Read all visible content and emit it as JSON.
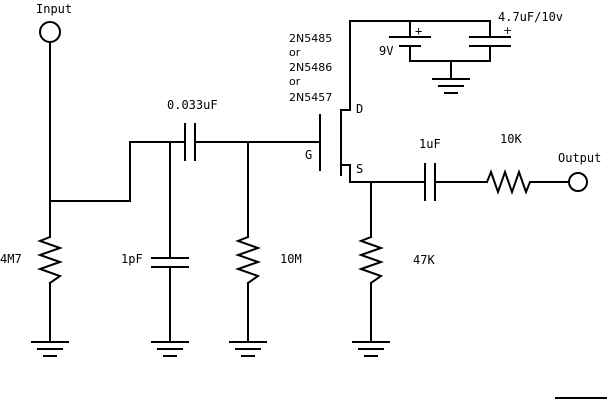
{
  "labels": {
    "input": "Input",
    "output": "Output",
    "r_4m7": "4M7",
    "c_1pf": "1pF",
    "c_0033uf": "0.033uF",
    "r_10m": "10M",
    "fet_model_1": "2N5485",
    "fet_or_1": "or",
    "fet_model_2": "2N5486",
    "fet_or_2": "or",
    "fet_model_3": "2N5457",
    "pin_g": "G",
    "pin_d": "D",
    "pin_s": "S",
    "c_1uf": "1uF",
    "r_10k": "10K",
    "r_47k": "47K",
    "battery_9v": "9V",
    "c_47uf": "4.7uF/10v",
    "plus_battery": "+",
    "plus_cap": "+"
  }
}
